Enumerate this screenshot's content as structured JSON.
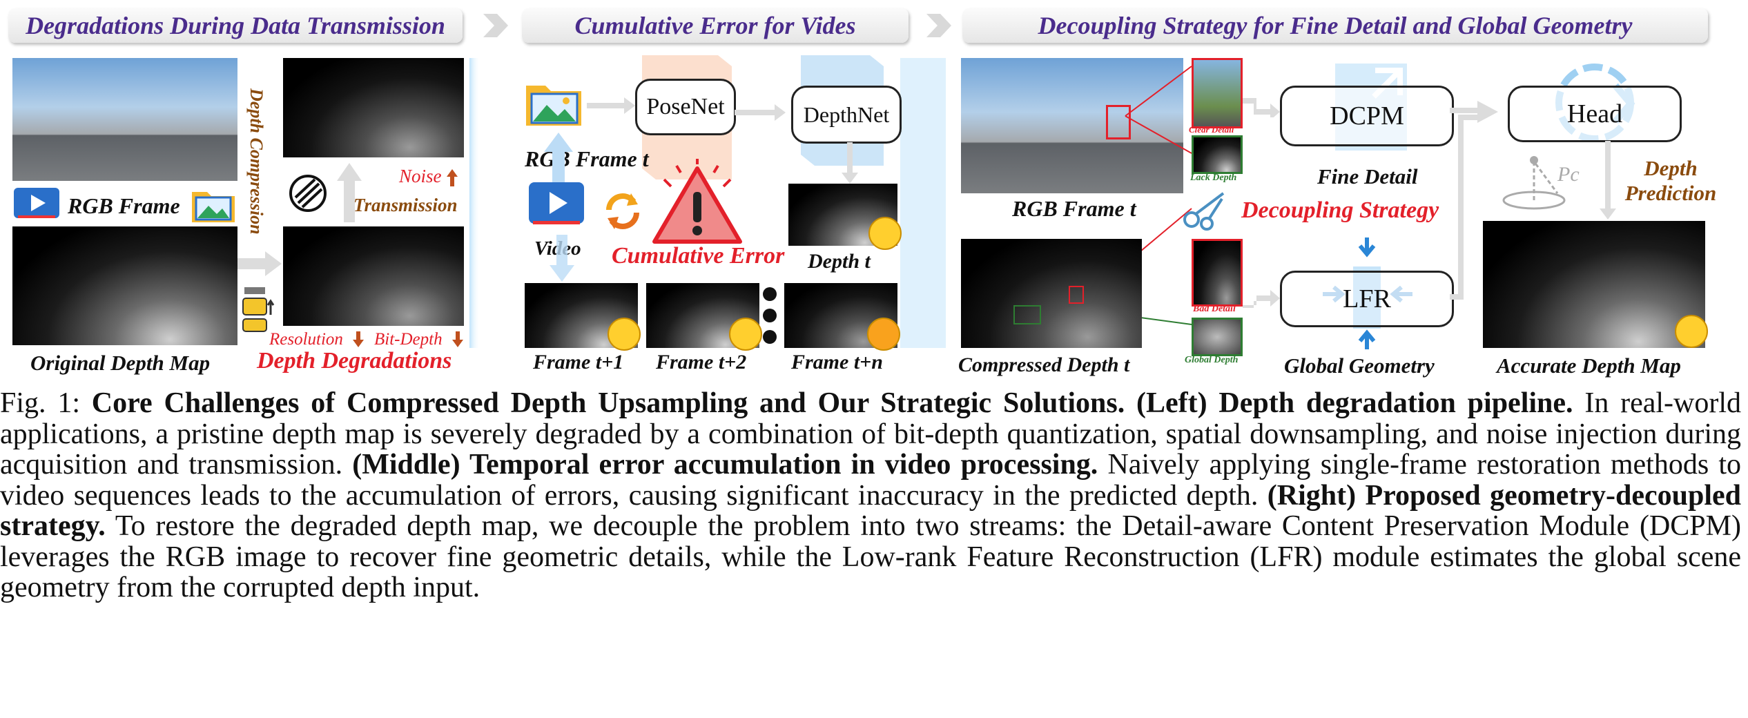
{
  "headers": {
    "left": "Degradations During Data Transmission",
    "middle": "Cumulative Error for Vides",
    "right": "Decoupling Strategy for Fine Detail and Global Geometry"
  },
  "left_panel": {
    "rgb_frame": "RGB Frame",
    "original_depth_map": "Original Depth Map",
    "depth_compression": "Depth Compression",
    "noise": "Noise",
    "transmission": "Transmission",
    "resolution": "Resolution",
    "bit_depth": "Bit-Depth",
    "depth_degradations": "Depth Degradations"
  },
  "middle_panel": {
    "posenet": "PoseNet",
    "depthnet": "DepthNet",
    "rgb_frame_t": "RGB Frame t",
    "video": "Video",
    "cumulative_error": "Cumulative Error",
    "depth_t": "Depth t",
    "frame_t1": "Frame t+1",
    "frame_t2": "Frame t+2",
    "frame_tn": "Frame t+n"
  },
  "right_panel": {
    "rgb_frame_t": "RGB Frame t",
    "compressed_depth_t": "Compressed Depth t",
    "clear_detail": "Clear Detail",
    "lack_depth": "Lack Depth",
    "bad_detail": "Bad Detail",
    "global_depth": "Global Depth",
    "dcpm": "DCPM",
    "lfr": "LFR",
    "head": "Head",
    "fine_detail": "Fine Detail",
    "decoupling_strategy": "Decoupling Strategy",
    "global_geometry": "Global Geometry",
    "depth_prediction": "Depth Prediction",
    "accurate_depth_map": "Accurate Depth Map",
    "pc": "Pc"
  },
  "caption": {
    "fig_label": "Fig. 1:",
    "title": "Core Challenges of Compressed Depth Upsampling and Our Strategic Solutions.",
    "left_head": "(Left) Depth degradation pipeline.",
    "left_text": "In real-world applications, a pristine depth map is severely degraded by a combination of bit-depth quantization, spatial downsampling, and noise injection during acquisition and transmission.",
    "middle_head": "(Middle) Temporal error accumulation in video processing.",
    "middle_text": "Naively applying single-frame restoration methods to video sequences leads to the accumulation of errors, causing significant inaccuracy in the predicted depth.",
    "right_head": "(Right) Proposed geometry-decoupled strategy.",
    "right_text": "To restore the degraded depth map, we decouple the problem into two streams: the Detail-aware Content Preservation Module (DCPM) leverages the RGB image to recover fine geometric details, while the Low-rank Feature Reconstruction (LFR) module estimates the global scene geometry from the corrupted depth input."
  },
  "colors": {
    "header_text": "#4a2c8c",
    "red_label": "#e3202a",
    "brown_label": "#8a4b0e"
  }
}
